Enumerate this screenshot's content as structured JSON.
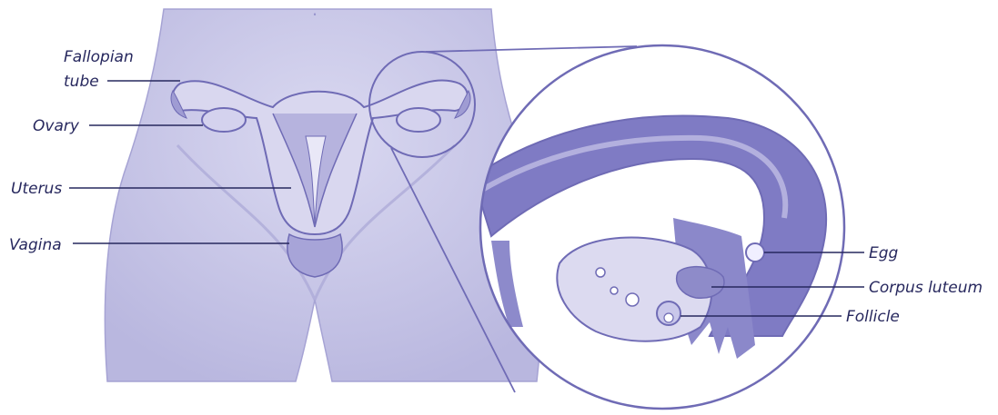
{
  "colors": {
    "body_fill": "#cccbe9",
    "body_shade": "#b5b3dc",
    "organ_fill": "#dcdaf0",
    "organ_dark": "#8e8bc9",
    "tissue_dark": "#7471bc",
    "outline": "#6f6bb5",
    "label_text": "#27285e",
    "background": "#ffffff"
  },
  "labels": {
    "fallopian_tube_line1": "Fallopian",
    "fallopian_tube_line2": "tube",
    "ovary": "Ovary",
    "uterus": "Uterus",
    "vagina": "Vagina",
    "egg": "Egg",
    "corpus_luteum": "Corpus luteum",
    "follicle": "Follicle"
  }
}
